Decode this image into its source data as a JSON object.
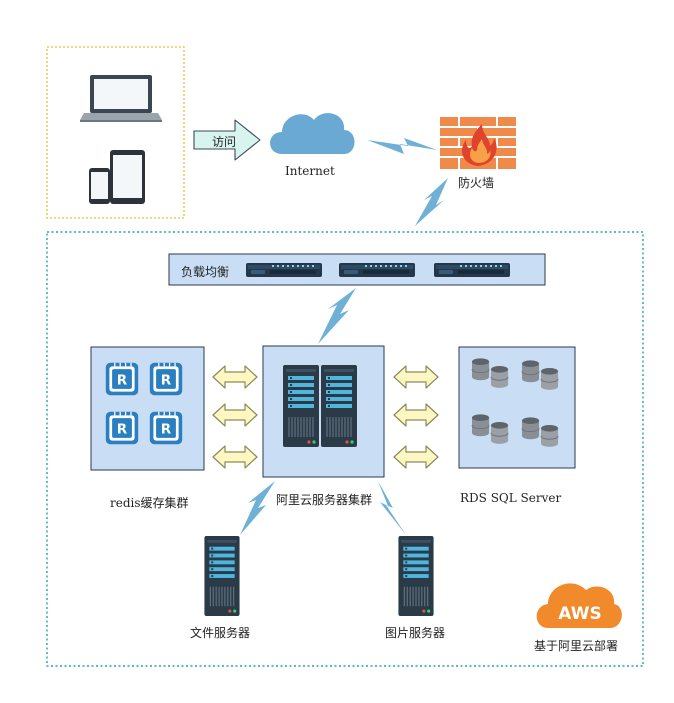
{
  "labels": {
    "access": "访问",
    "internet": "Internet",
    "firewall": "防火墙",
    "load_balancer": "负载均衡",
    "redis_cluster": "redis缓存集群",
    "aliyun_cluster": "阿里云服务器集群",
    "rds": "RDS SQL Server",
    "file_server": "文件服务器",
    "image_server": "图片服务器",
    "aws_badge": "AWS",
    "deploy_note": "基于阿里云部署"
  },
  "icons": {
    "client_box": "dotted-frame",
    "laptop": "laptop-icon",
    "mobile": "phone-tablet-icon",
    "cloud": "cloud-icon",
    "firewall": "firewall-brick-icon",
    "switch": "network-switch-icon",
    "redis": "redis-chip-icon",
    "server": "server-rack-icon",
    "database": "database-cylinder-icon",
    "aws": "aws-cloud-icon",
    "lightning": "lightning-link-icon",
    "arrow": "double-arrow-icon"
  },
  "colors": {
    "client_frame": "#e3c32a",
    "region_frame": "#26a6a6",
    "panel_fill": "#c9def5",
    "panel_stroke": "#2a3b4f",
    "bolt": "#6fb0d6",
    "cloud": "#6aa9d3",
    "brick": "#f08a4a",
    "flame": "#e0432b",
    "aws": "#f08a2a",
    "server_dark": "#2b3a47",
    "server_light": "#4fb6df",
    "arrow_fill": "#fff7c2",
    "arrow_stroke": "#8a8a5a",
    "access_arrow": "#d8f4ee"
  }
}
